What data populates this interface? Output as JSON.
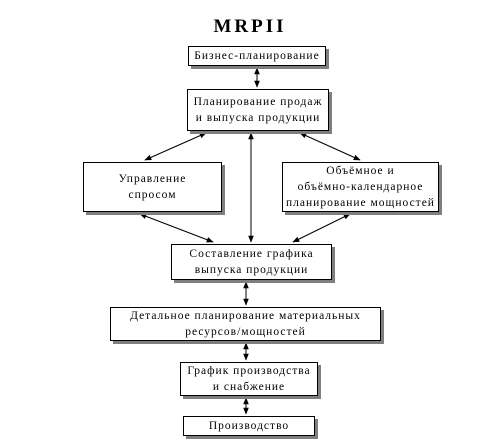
{
  "title": "MRPII",
  "boxes": {
    "business": {
      "lines": [
        "Бизнес-планирование"
      ]
    },
    "sales": {
      "lines": [
        "Планирование продаж",
        "и выпуска продукции"
      ]
    },
    "demand": {
      "lines": [
        "Управление",
        "спросом"
      ]
    },
    "capacity": {
      "lines": [
        "Объёмное и",
        "объёмно-календарное",
        "планирование мощностей"
      ]
    },
    "schedule": {
      "lines": [
        "Составление графика",
        "выпуска продукции"
      ]
    },
    "materials": {
      "lines": [
        "Детальное планирование материальных",
        "ресурсов/мощностей"
      ]
    },
    "plan": {
      "lines": [
        "График производства",
        "и снабжение"
      ]
    },
    "production": {
      "lines": [
        "Производство"
      ]
    }
  },
  "connections": [
    {
      "from": "business",
      "to": "sales",
      "direction": "both"
    },
    {
      "from": "sales",
      "to": "demand",
      "direction": "both"
    },
    {
      "from": "sales",
      "to": "capacity",
      "direction": "both"
    },
    {
      "from": "sales",
      "to": "schedule",
      "direction": "both"
    },
    {
      "from": "demand",
      "to": "schedule",
      "direction": "both"
    },
    {
      "from": "capacity",
      "to": "schedule",
      "direction": "both"
    },
    {
      "from": "schedule",
      "to": "materials",
      "direction": "both"
    },
    {
      "from": "materials",
      "to": "plan",
      "direction": "both"
    },
    {
      "from": "plan",
      "to": "production",
      "direction": "both"
    }
  ],
  "colors": {
    "line": "#000000",
    "shadow": "#7f7f7f",
    "background": "#ffffff"
  }
}
